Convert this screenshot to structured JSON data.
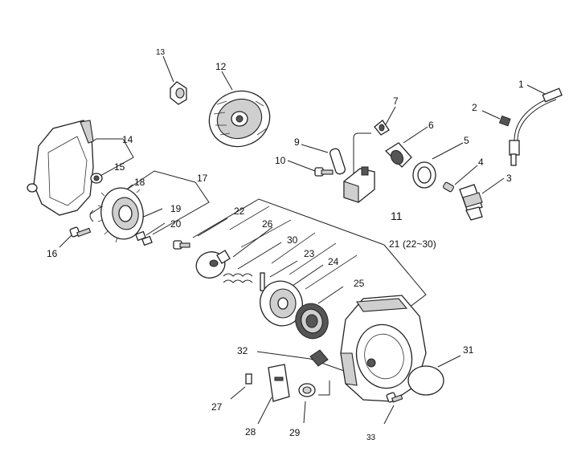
{
  "diagram": {
    "callouts": [
      {
        "id": "1",
        "text": "1"
      },
      {
        "id": "2",
        "text": "2"
      },
      {
        "id": "3",
        "text": "3"
      },
      {
        "id": "4",
        "text": "4"
      },
      {
        "id": "5",
        "text": "5"
      },
      {
        "id": "6",
        "text": "6"
      },
      {
        "id": "7",
        "text": "7"
      },
      {
        "id": "9",
        "text": "9"
      },
      {
        "id": "10",
        "text": "10"
      },
      {
        "id": "11",
        "text": "11"
      },
      {
        "id": "12",
        "text": "12"
      },
      {
        "id": "13",
        "text": "13"
      },
      {
        "id": "14",
        "text": "14"
      },
      {
        "id": "15",
        "text": "15"
      },
      {
        "id": "16",
        "text": "16"
      },
      {
        "id": "17",
        "text": "17"
      },
      {
        "id": "18",
        "text": "18"
      },
      {
        "id": "19",
        "text": "19"
      },
      {
        "id": "20",
        "text": "20"
      },
      {
        "id": "21",
        "text": "21"
      },
      {
        "id": "21sub",
        "text": "(22~30)"
      },
      {
        "id": "22",
        "text": "22"
      },
      {
        "id": "23",
        "text": "23"
      },
      {
        "id": "24",
        "text": "24"
      },
      {
        "id": "25",
        "text": "25"
      },
      {
        "id": "26",
        "text": "26"
      },
      {
        "id": "27",
        "text": "27"
      },
      {
        "id": "28",
        "text": "28"
      },
      {
        "id": "29",
        "text": "29"
      },
      {
        "id": "30",
        "text": "30"
      },
      {
        "id": "31",
        "text": "31"
      },
      {
        "id": "32",
        "text": "32"
      },
      {
        "id": "33",
        "text": "33"
      }
    ]
  }
}
